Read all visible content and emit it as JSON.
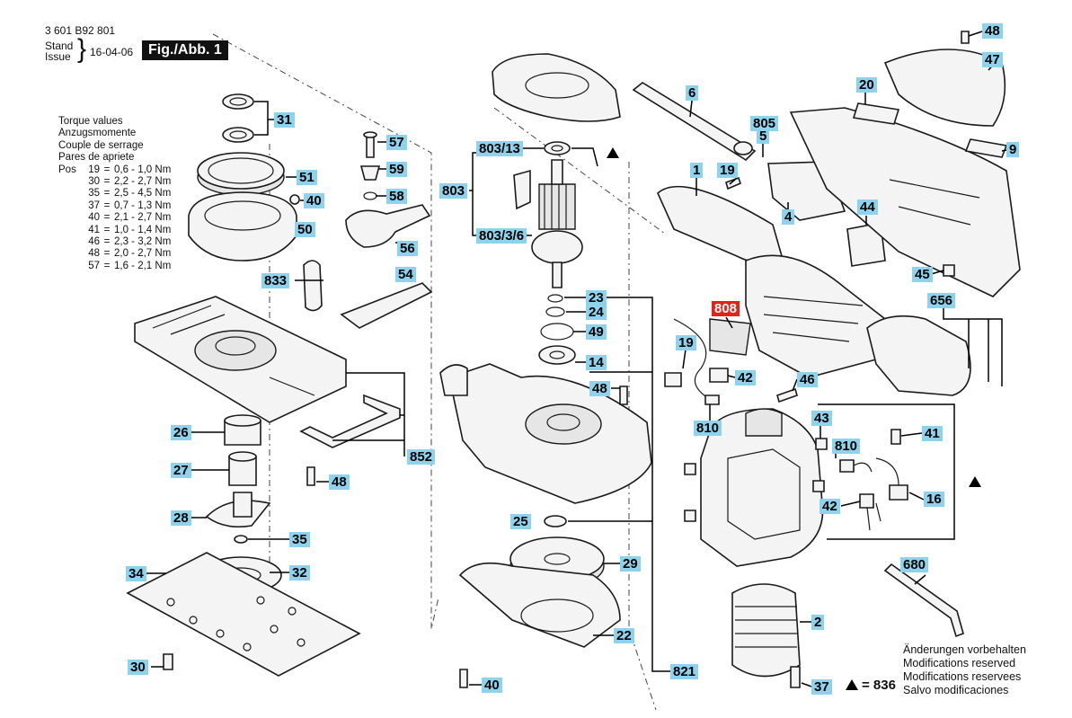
{
  "header": {
    "part_number": "3 601 B92 801",
    "stand_label": "Stand",
    "issue_label": "Issue",
    "date": "16-04-06",
    "figure": "Fig./Abb. 1"
  },
  "torque": {
    "titles": [
      "Torque values",
      "Anzugsmomente",
      "Couple de serrage",
      "Pares de apriete"
    ],
    "prefix": "Pos",
    "rows": [
      {
        "pos": "19",
        "value": "0,6 - 1,0 Nm"
      },
      {
        "pos": "30",
        "value": "2,2 - 2,7 Nm"
      },
      {
        "pos": "35",
        "value": "2,5 - 4,5 Nm"
      },
      {
        "pos": "37",
        "value": "0,7 - 1,3 Nm"
      },
      {
        "pos": "40",
        "value": "2,1 - 2,7 Nm"
      },
      {
        "pos": "41",
        "value": "1,0 - 1,4 Nm"
      },
      {
        "pos": "46",
        "value": "2,3 - 3,2 Nm"
      },
      {
        "pos": "48",
        "value": "2,0 - 2,7 Nm"
      },
      {
        "pos": "57",
        "value": "1,6 - 2,1 Nm"
      }
    ]
  },
  "labels": {
    "p31": "31",
    "p51": "51",
    "p40a": "40",
    "p50": "50",
    "p833": "833",
    "p57": "57",
    "p59": "59",
    "p58": "58",
    "p56": "56",
    "p54": "54",
    "p26": "26",
    "p27": "27",
    "p28": "28",
    "p35": "35",
    "p34": "34",
    "p32": "32",
    "p30": "30",
    "p48a": "48",
    "p852": "852",
    "p803_13": "803/13",
    "p803": "803",
    "p803_3_6": "803/3/6",
    "p23": "23",
    "p24": "24",
    "p49": "49",
    "p14": "14",
    "p48b": "48",
    "p25": "25",
    "p29": "29",
    "p22": "22",
    "p40b": "40",
    "p821": "821",
    "p6": "6",
    "p805": "805",
    "p5": "5",
    "p1": "1",
    "p19a": "19",
    "p4": "4",
    "p44": "44",
    "p20": "20",
    "p48c": "48",
    "p47": "47",
    "p9": "9",
    "p45": "45",
    "p656": "656",
    "p808": "808",
    "p19b": "19",
    "p42a": "42",
    "p46": "46",
    "p810a": "810",
    "p43": "43",
    "p41": "41",
    "p810b": "810",
    "p16": "16",
    "p42b": "42",
    "p680": "680",
    "p2": "2",
    "p37": "37"
  },
  "legend": {
    "equals": "= 836"
  },
  "footer": [
    "Änderungen vorbehalten",
    "Modifications reserved",
    "Modifications reservees",
    "Salvo modificaciones"
  ],
  "colors": {
    "label_bg": "#8ed3ee",
    "label_highlight": "#e2231a",
    "line": "#000000"
  }
}
